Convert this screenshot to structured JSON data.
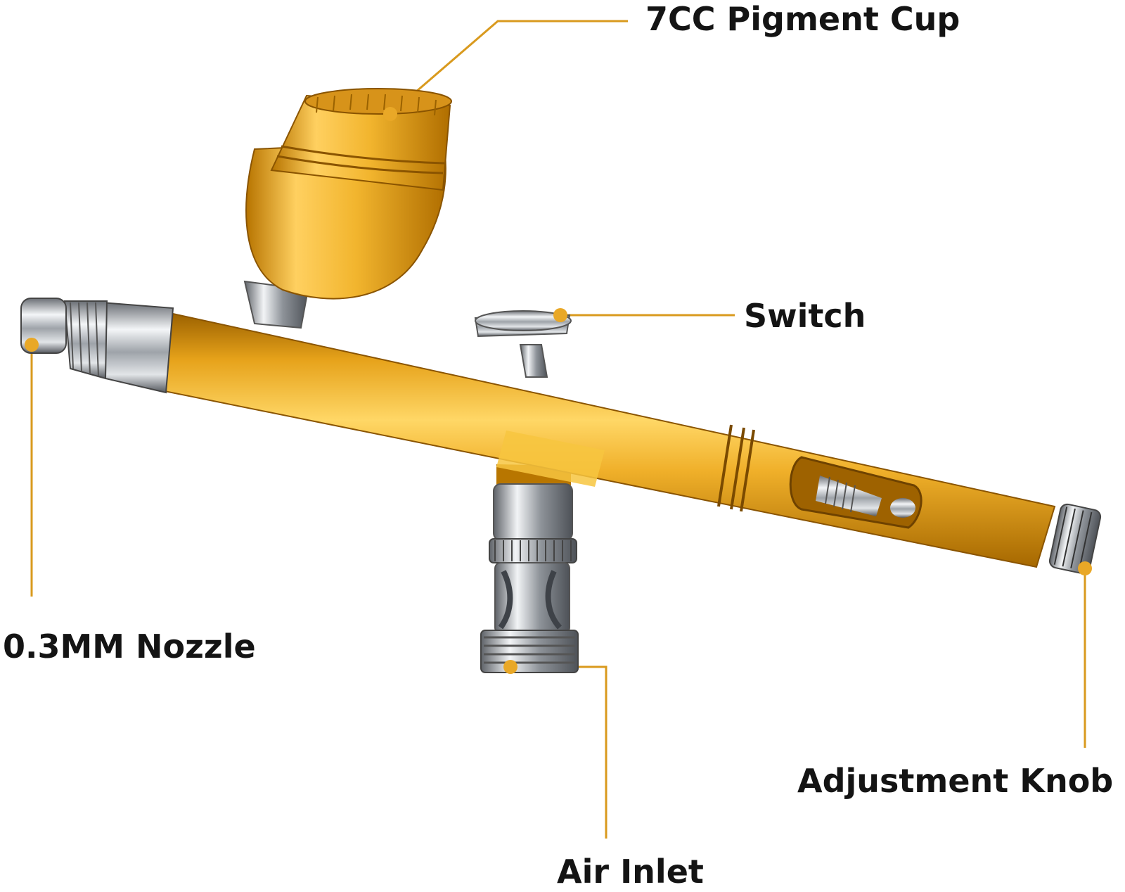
{
  "labels": {
    "pigment_cup": "7CC Pigment Cup",
    "switch": "Switch",
    "nozzle": "0.3MM Nozzle",
    "adjustment_knob": "Adjustment Knob",
    "air_inlet": "Air Inlet"
  },
  "colors": {
    "body_gold": "#E8A317",
    "body_highlight": "#FFD766",
    "body_shadow": "#A86A00",
    "chrome": "#C9CDD2",
    "chrome_dark": "#5C6066",
    "leader_line": "#D99A1E",
    "label_text": "#141414",
    "background": "#FFFFFF"
  }
}
